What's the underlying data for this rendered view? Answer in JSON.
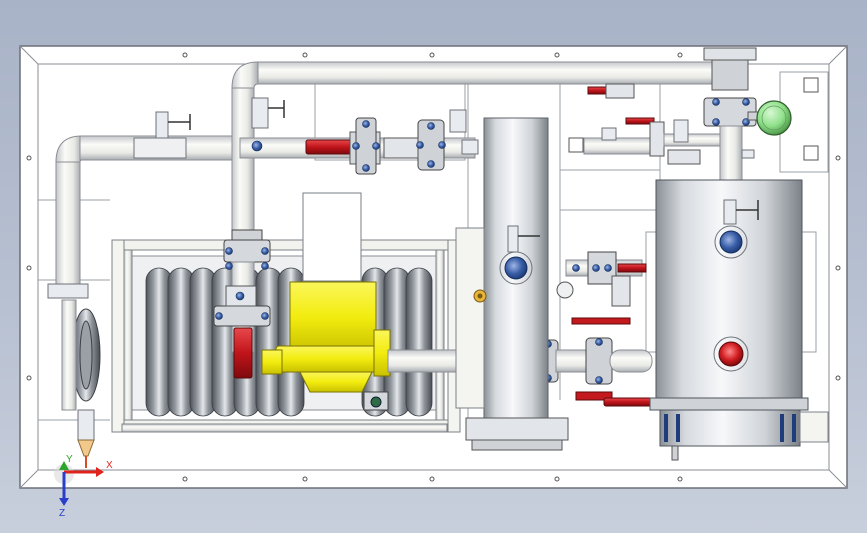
{
  "viewport": {
    "background_top": "#a9b3c7",
    "background_bottom": "#c8cfdc"
  },
  "colors": {
    "frame": "#ffffff",
    "frame_edge": "#6b6f78",
    "pipe_light": "#f4f4f0",
    "pipe_shade": "#b9bcc0",
    "steel_light": "#e8ebef",
    "steel_dark": "#7c8288",
    "flange_blue": "#3a5fa8",
    "flange_dark": "#1f3d7a",
    "valve_red": "#c0141a",
    "pump_yellow": "#f2ec0f",
    "pump_yellow_dark": "#b9b200",
    "gauge_green": "#8fe08a",
    "coil_dark": "#5f646b",
    "coil_light": "#d9dde1"
  },
  "triad": {
    "x_label": "X",
    "y_label": "Y",
    "z_label": "Z",
    "x_color": "#e0231c",
    "y_color": "#2ca52c",
    "z_color": "#2a3fc9"
  },
  "icons": [
    "coordinate-triad-icon",
    "pressure-gauge-icon"
  ]
}
